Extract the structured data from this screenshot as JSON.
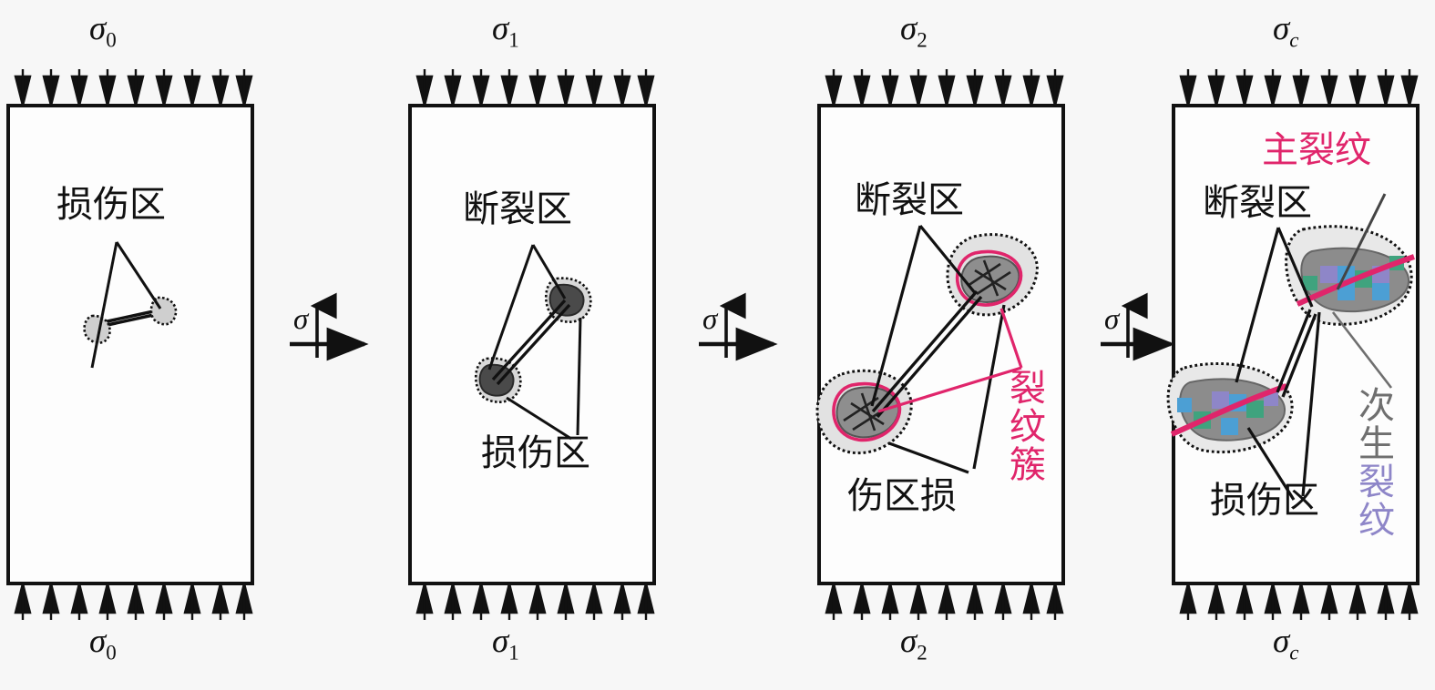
{
  "diagram": {
    "title": "Crack evolution stages under increasing stress",
    "colors": {
      "main_crack_pink": "#e0256b",
      "secondary_crack_purple": "#8e86c8",
      "damage_zone_fill": "#e6e6e6",
      "fracture_zone_fill": "#8a8a8a",
      "outline": "#111111",
      "background": "#f7f7f7"
    },
    "transition_symbol": "σ",
    "transition_arrow_up": "↑",
    "arrow_count_per_edge": 9
  },
  "panels": [
    {
      "id": "panel-1",
      "stress_top": "σ",
      "stress_sub": "0",
      "stress_sub_italic": false,
      "stress_bottom": "σ",
      "stress_bottom_sub": "0",
      "labels": [
        {
          "name": "damage-zone",
          "text": "损伤区",
          "color": "black",
          "orientation": "horizontal"
        }
      ]
    },
    {
      "id": "panel-2",
      "stress_top": "σ",
      "stress_sub": "1",
      "stress_sub_italic": false,
      "stress_bottom": "σ",
      "stress_bottom_sub": "1",
      "labels": [
        {
          "name": "fracture-zone",
          "text": "断裂区",
          "color": "black",
          "orientation": "horizontal"
        },
        {
          "name": "damage-zone",
          "text": "损伤区",
          "color": "black",
          "orientation": "horizontal"
        }
      ]
    },
    {
      "id": "panel-3",
      "stress_top": "σ",
      "stress_sub": "2",
      "stress_sub_italic": false,
      "stress_bottom": "σ",
      "stress_bottom_sub": "2",
      "labels": [
        {
          "name": "fracture-zone",
          "text": "断裂区",
          "color": "black",
          "orientation": "horizontal"
        },
        {
          "name": "damage-zone",
          "text": "伤区损",
          "color": "black",
          "orientation": "horizontal"
        },
        {
          "name": "crack-cluster",
          "text": "裂纹簇",
          "color": "#e0256b",
          "orientation": "vertical"
        }
      ]
    },
    {
      "id": "panel-4",
      "stress_top": "σ",
      "stress_sub": "c",
      "stress_sub_italic": true,
      "stress_bottom": "σ",
      "stress_bottom_sub": "c",
      "labels": [
        {
          "name": "main-crack",
          "text": "主裂纹",
          "color": "#e0256b",
          "orientation": "horizontal"
        },
        {
          "name": "fracture-zone",
          "text": "断裂区",
          "color": "black",
          "orientation": "horizontal"
        },
        {
          "name": "damage-zone",
          "text": "损伤区",
          "color": "black",
          "orientation": "horizontal"
        },
        {
          "name": "secondary-crack",
          "text": "次生裂纹",
          "color": "#8e86c8",
          "orientation": "vertical"
        }
      ]
    }
  ],
  "transitions": [
    {
      "id": "t1",
      "symbol": "σ",
      "arrow": "↑"
    },
    {
      "id": "t2",
      "symbol": "σ",
      "arrow": "↑"
    },
    {
      "id": "t3",
      "symbol": "σ",
      "arrow": "↑"
    }
  ],
  "text": {
    "damage_zone": "损伤区",
    "damage_zone_p3": "伤区损",
    "fracture_zone": "断裂区",
    "crack_cluster": "裂纹簇",
    "main_crack": "主裂纹",
    "secondary_crack_1": "次生",
    "secondary_crack_2": "裂纹",
    "secondary_crack_full": "次生裂纹",
    "sigma": "σ",
    "sub_0": "0",
    "sub_1": "1",
    "sub_2": "2",
    "sub_c": "c",
    "arrow_up": "↑"
  }
}
